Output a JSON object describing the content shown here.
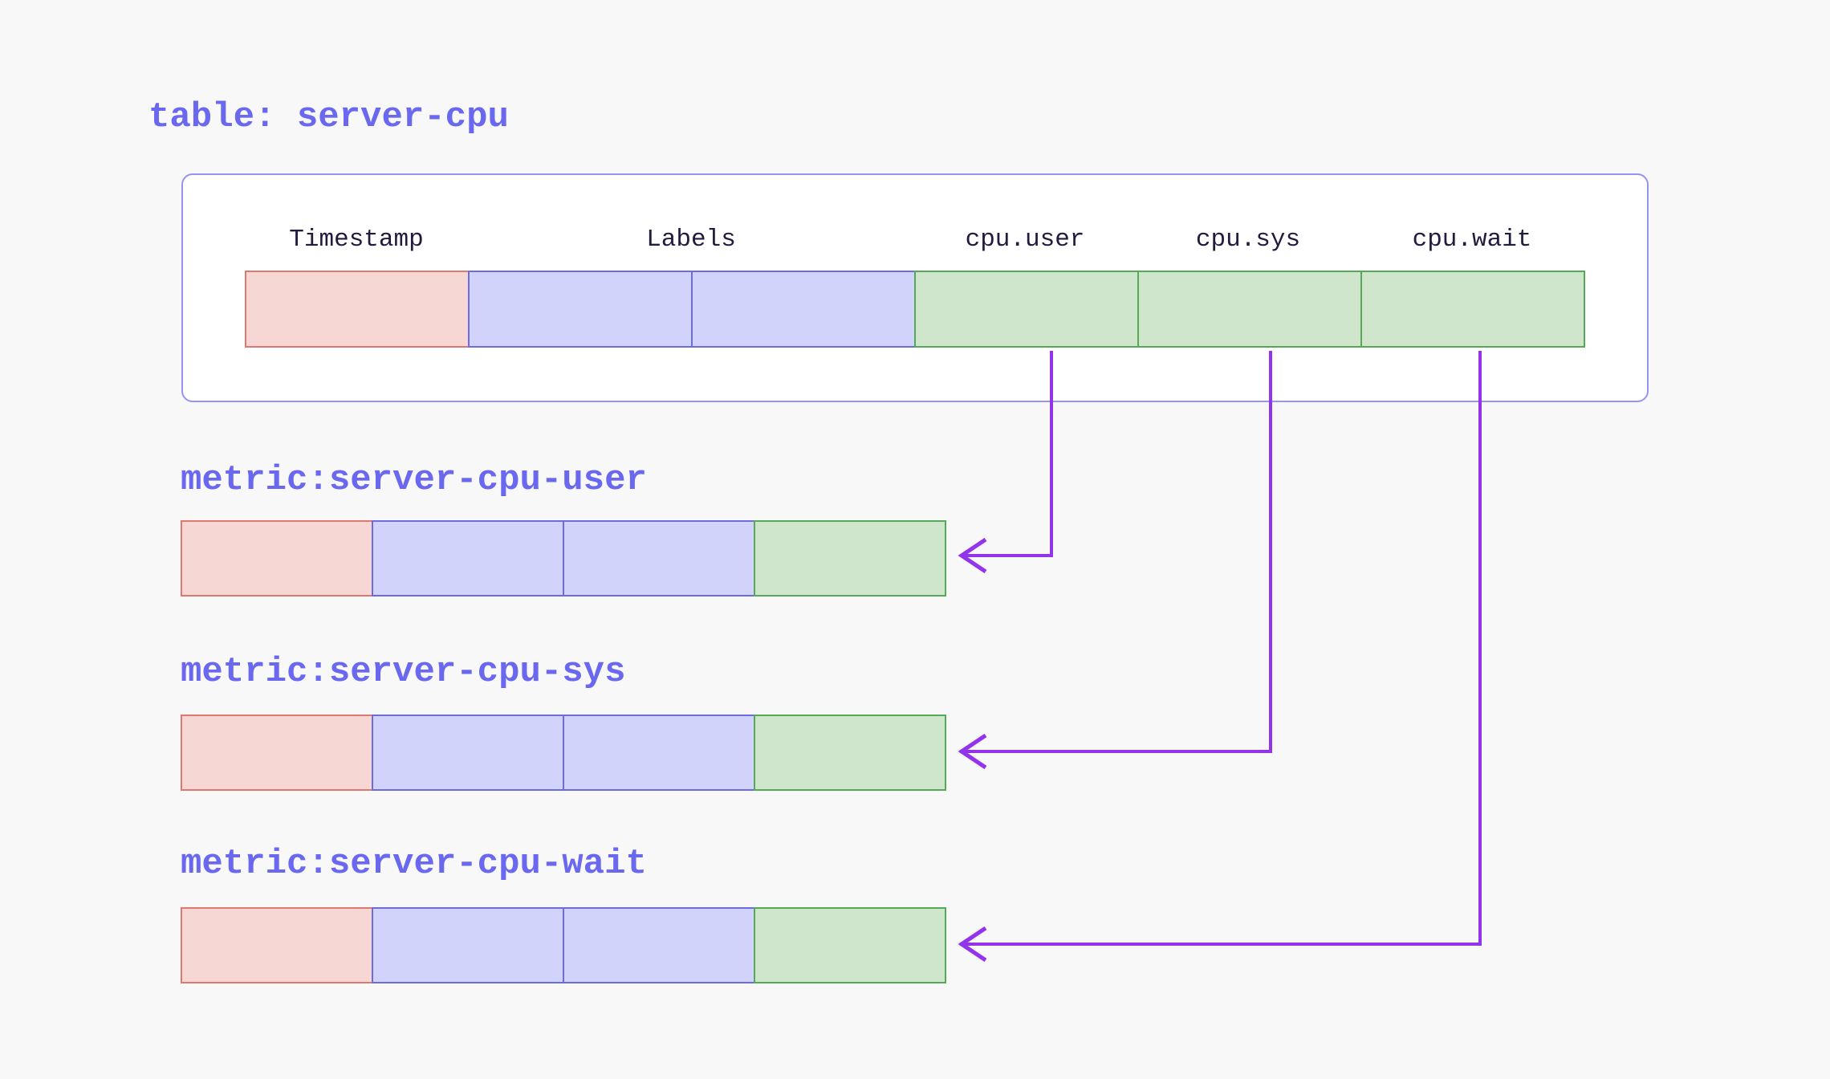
{
  "colors": {
    "background": "#f8f8f9",
    "panel_fill": "#ffffff",
    "panel_border": "#9494f3",
    "title_text": "#6b68f0",
    "header_text": "#231a3d",
    "arrow": "#9333ea",
    "cell_types": {
      "timestamp": {
        "fill": "#f7d7d3",
        "border": "#e07870"
      },
      "labels": {
        "fill": "#d2d3fa",
        "border": "#6c6ce0"
      },
      "value": {
        "fill": "#cfe5cc",
        "border": "#55ab55"
      }
    }
  },
  "table": {
    "title": "table: server-cpu",
    "columns": [
      "Timestamp",
      "Labels",
      "cpu.user",
      "cpu.sys",
      "cpu.wait"
    ],
    "row_cells": [
      "timestamp",
      "labels",
      "labels",
      "value",
      "value",
      "value"
    ]
  },
  "metrics": [
    {
      "title": "metric:server-cpu-user",
      "source_column": "cpu.user",
      "row_cells": [
        "timestamp",
        "labels",
        "labels",
        "value"
      ]
    },
    {
      "title": "metric:server-cpu-sys",
      "source_column": "cpu.sys",
      "row_cells": [
        "timestamp",
        "labels",
        "labels",
        "value"
      ]
    },
    {
      "title": "metric:server-cpu-wait",
      "source_column": "cpu.wait",
      "row_cells": [
        "timestamp",
        "labels",
        "labels",
        "value"
      ]
    }
  ]
}
